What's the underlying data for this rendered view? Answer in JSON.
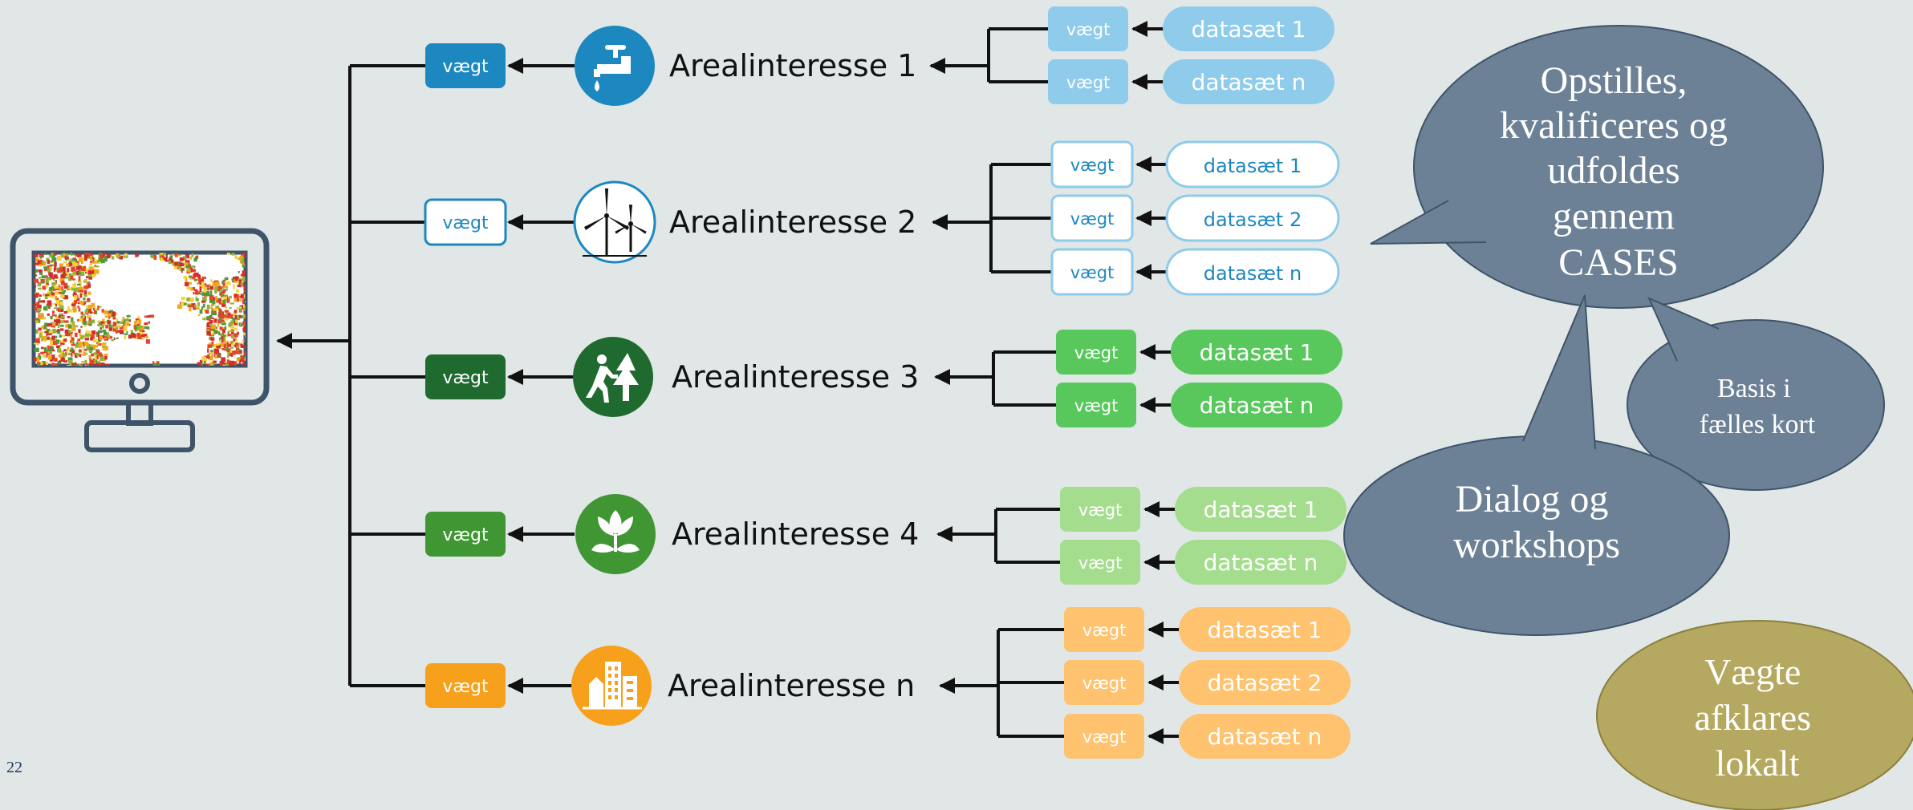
{
  "page_number": "22",
  "colors": {
    "background": "#e1e7e7",
    "interest_1": "#1c88bf",
    "interest_2": "#ffffff",
    "interest_3": "#1e6a2f",
    "interest_4": "#3f9632",
    "interest_n": "#f7a01b",
    "light_blue": "#8fcbea",
    "mid_green": "#58c85d",
    "light_green": "#a4dd8e",
    "light_orange": "#ffc26e",
    "bubble": "#6c8196",
    "olive": "#b5a860"
  },
  "interests": [
    {
      "label": "Arealinteresse 1",
      "weight_label": "vægt",
      "icon": "water-tap-icon",
      "datasets": [
        {
          "weight": "vægt",
          "name": "datasæt 1"
        },
        {
          "weight": "vægt",
          "name": "datasæt n"
        }
      ]
    },
    {
      "label": "Arealinteresse 2",
      "weight_label": "vægt",
      "icon": "wind-turbine-icon",
      "datasets": [
        {
          "weight": "vægt",
          "name": "datasæt 1"
        },
        {
          "weight": "vægt",
          "name": "datasæt 2"
        },
        {
          "weight": "vægt",
          "name": "datasæt n"
        }
      ]
    },
    {
      "label": "Arealinteresse 3",
      "weight_label": "vægt",
      "icon": "hiker-tree-icon",
      "datasets": [
        {
          "weight": "vægt",
          "name": "datasæt 1"
        },
        {
          "weight": "vægt",
          "name": "datasæt n"
        }
      ]
    },
    {
      "label": "Arealinteresse 4",
      "weight_label": "vægt",
      "icon": "flower-icon",
      "datasets": [
        {
          "weight": "vægt",
          "name": "datasæt 1"
        },
        {
          "weight": "vægt",
          "name": "datasæt n"
        }
      ]
    },
    {
      "label": "Arealinteresse n",
      "weight_label": "vægt",
      "icon": "city-buildings-icon",
      "datasets": [
        {
          "weight": "vægt",
          "name": "datasæt 1"
        },
        {
          "weight": "vægt",
          "name": "datasæt 2"
        },
        {
          "weight": "vægt",
          "name": "datasæt n"
        }
      ]
    }
  ],
  "callouts": {
    "cases": [
      "Opstilles,",
      "kvalificeres og",
      "udfoldes",
      "gennem",
      "CASES"
    ],
    "basis": [
      "Basis i",
      "fælles kort"
    ],
    "dialog": [
      "Dialog og",
      "workshops"
    ],
    "weights": [
      "Vægte",
      "afklares",
      "lokalt"
    ]
  }
}
